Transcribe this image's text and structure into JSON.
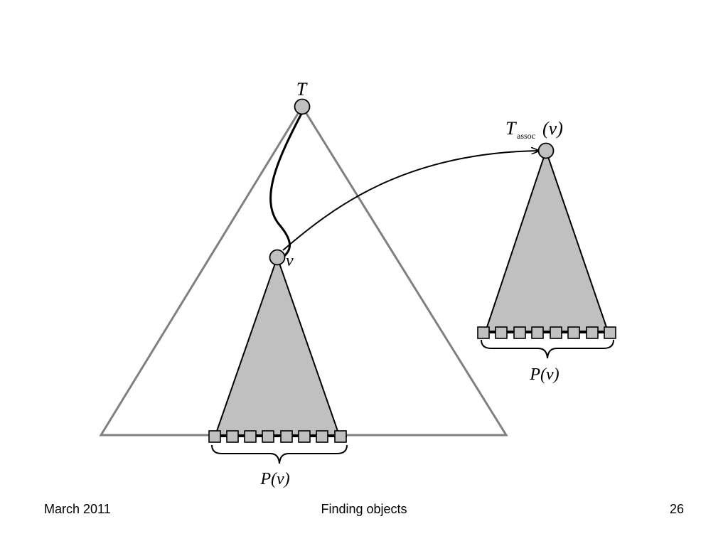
{
  "diagram": {
    "tree_label": "T",
    "node_label": "ν",
    "assoc_label_main": "T",
    "assoc_label_sub": "assoc",
    "assoc_label_arg": "(ν)",
    "subset_label_left": "P(ν)",
    "subset_label_right": "P(ν)"
  },
  "footer": {
    "date": "March 2011",
    "title": "Finding objects",
    "page": "26"
  },
  "colors": {
    "outline": "#808080",
    "fill": "#c0c0c0",
    "ink": "#000000"
  }
}
